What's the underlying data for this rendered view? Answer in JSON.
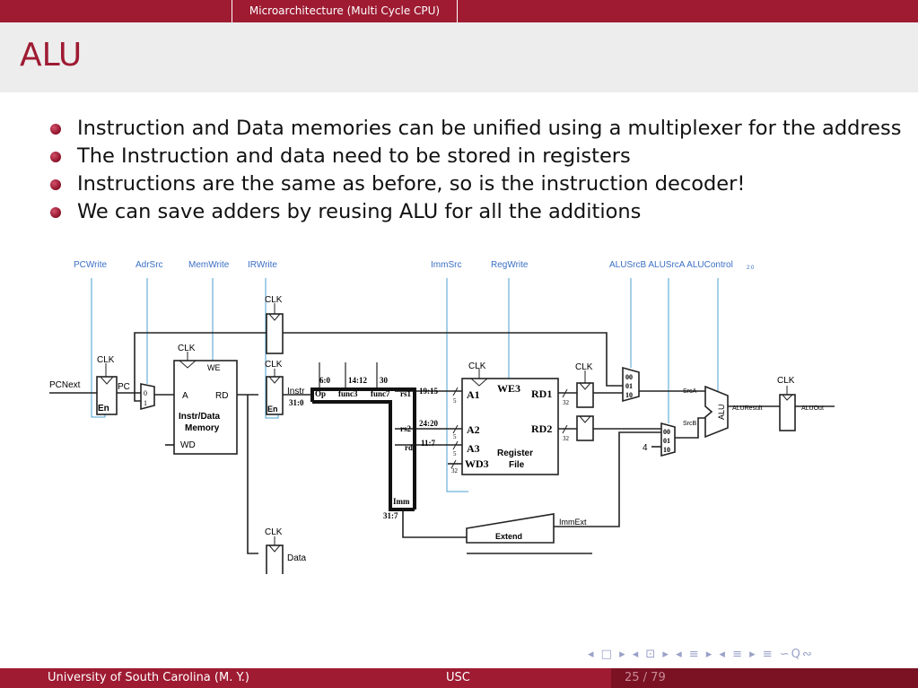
{
  "header": {
    "section": "Microarchitecture (Multi Cycle CPU)"
  },
  "slide": {
    "title": "ALU",
    "bullets": [
      "Instruction and Data memories can be unified using a multiplexer for the address",
      "The Instruction and data need to be stored in registers",
      "Instructions are the same as before, so is the instruction decoder!",
      "We can save adders by reusing ALU for all the additions"
    ]
  },
  "diagram": {
    "control_signals": [
      "PCWrite",
      "AdrSrc",
      "MemWrite",
      "IRWrite",
      "ImmSrc",
      "RegWrite",
      "ALUSrcB ALUSrcA ALUControl",
      "2:0"
    ],
    "labels": {
      "clk": "CLK",
      "pcnext": "PCNext",
      "pc": "PC",
      "en": "En",
      "mux0": "0",
      "mux1": "1",
      "mem_a": "A",
      "mem_rd": "RD",
      "mem_we": "WE",
      "mem_name1": "Instr/Data",
      "mem_name2": "Memory",
      "mem_wd": "WD",
      "instr": "Instr",
      "bits_31_0": "31:0",
      "data": "Data",
      "b6_0": "6:0",
      "b14_12": "14:12",
      "b30": "30",
      "op": "Op",
      "func3": "func3",
      "func7": "func7",
      "rs1": "rs1",
      "rs2": "rs2",
      "rd": "rd",
      "imm": "Imm",
      "b19_15": "19:15",
      "b24_20": "24:20",
      "b11_7": "11:7",
      "b31_7": "31:7",
      "w5": "5",
      "w32": "32",
      "a1": "A1",
      "a2": "A2",
      "a3": "A3",
      "wd3": "WD3",
      "we3": "WE3",
      "rd1": "RD1",
      "rd2": "RD2",
      "rf1": "Register",
      "rf2": "File",
      "extend": "Extend",
      "immext": "ImmExt",
      "m00": "00",
      "m01": "01",
      "m10": "10",
      "four": "4",
      "srca": "SrcA",
      "srcb": "SrcB",
      "alu": "ALU",
      "aluresult": "ALUResult",
      "aluout": "ALUOut"
    }
  },
  "nav": {
    "symbols": "◂ □ ▸ ◂ ⊡ ▸ ◂ ≡ ▸ ◂ ≡ ▸   ≡   ∽Q∾"
  },
  "footer": {
    "left": "University of South Carolina  (M. Y.)",
    "center": "USC",
    "page": "25 / 79"
  },
  "colors": {
    "brand": "#9e1b32",
    "control_line": "#4a9fd0",
    "control_text": "#3b6fc4",
    "title_band": "#ededed"
  }
}
